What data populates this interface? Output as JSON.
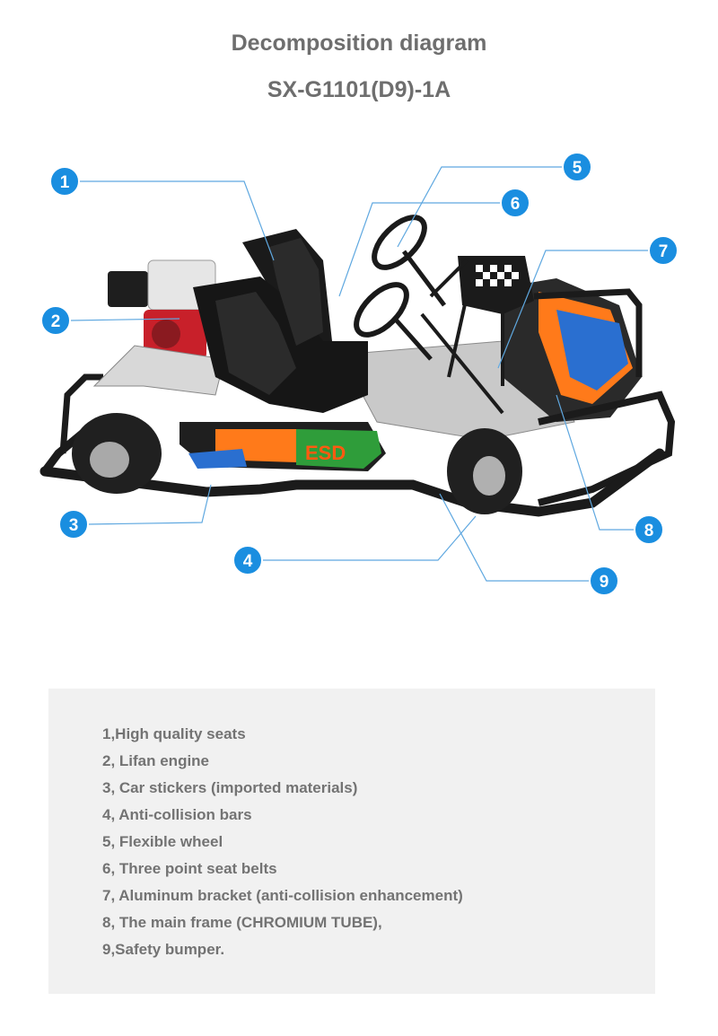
{
  "header": {
    "title": "Decomposition diagram",
    "model": "SX-G1101(D9)-1A"
  },
  "diagram": {
    "subject": "go-kart",
    "callouts": [
      "1",
      "2",
      "3",
      "4",
      "5",
      "6",
      "7",
      "8",
      "9"
    ],
    "decal_text": "ESD",
    "callout_color": "#1a8ee0"
  },
  "legend": {
    "items": [
      "1,High quality seats",
      "2, Lifan engine",
      "3, Car stickers (imported materials)",
      "4, Anti-collision bars",
      "5, Flexible wheel",
      "6, Three point seat belts",
      "7, Aluminum bracket (anti-collision enhancement)",
      "8, The main frame (CHROMIUM TUBE),",
      "9,Safety bumper."
    ]
  }
}
